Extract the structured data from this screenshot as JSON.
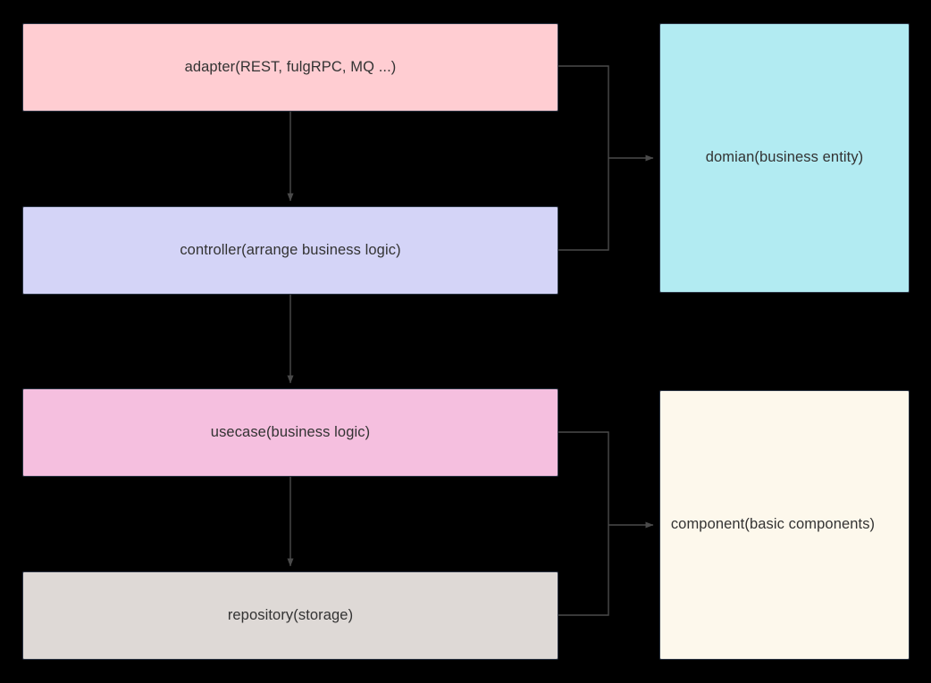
{
  "diagram": {
    "type": "layered-architecture-flowchart",
    "background_color": "#000000",
    "edge_color": "#4a4a4a",
    "node_border_color": "#2a3342",
    "label_color": "#333333",
    "nodes": [
      {
        "id": "adapter",
        "label": "adapter(REST, fulgRPC, MQ ...)",
        "color": "#ffcdd2",
        "column": "left",
        "order": 1
      },
      {
        "id": "controller",
        "label": "controller(arrange business logic)",
        "color": "#d4d4f7",
        "column": "left",
        "order": 2
      },
      {
        "id": "usecase",
        "label": "usecase(business logic)",
        "color": "#f5bfdf",
        "column": "left",
        "order": 3
      },
      {
        "id": "repository",
        "label": "repository(storage)",
        "color": "#ded9d6",
        "column": "left",
        "order": 4
      },
      {
        "id": "domain",
        "label": "domian(business entity)",
        "color": "#b2ebf2",
        "column": "right",
        "order": 1
      },
      {
        "id": "component",
        "label": "component(basic components)",
        "color": "#fdf8ec",
        "column": "right",
        "order": 2
      }
    ],
    "edges": [
      {
        "from": "adapter",
        "to": "controller",
        "style": "straight-down",
        "arrow": true
      },
      {
        "from": "controller",
        "to": "usecase",
        "style": "straight-down",
        "arrow": true
      },
      {
        "from": "usecase",
        "to": "repository",
        "style": "straight-down",
        "arrow": true
      },
      {
        "from": "adapter",
        "to": "domain",
        "style": "orthogonal-right",
        "arrow": true
      },
      {
        "from": "controller",
        "to": "domain",
        "style": "orthogonal-right",
        "arrow": true
      },
      {
        "from": "usecase",
        "to": "component",
        "style": "orthogonal-right",
        "arrow": true
      },
      {
        "from": "repository",
        "to": "component",
        "style": "orthogonal-right",
        "arrow": true
      }
    ]
  }
}
